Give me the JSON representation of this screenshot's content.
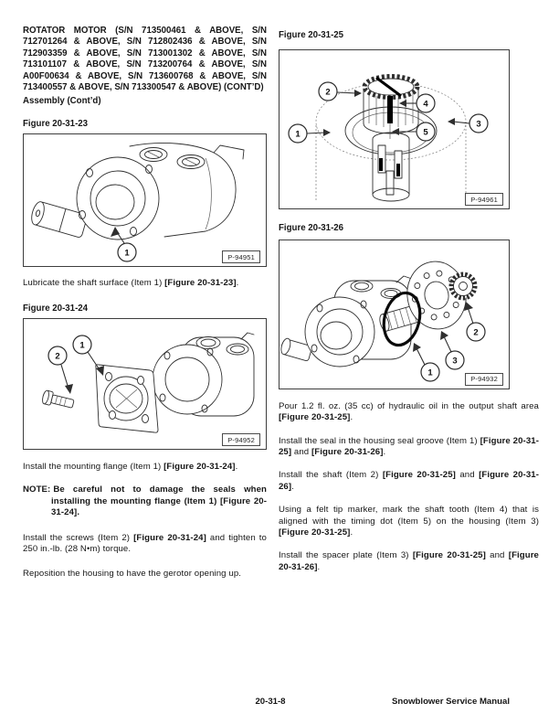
{
  "doc": {
    "title_block": "ROTATOR MOTOR (S/N 713500461 & ABOVE, S/N 712701264 & ABOVE, S/N 712802436 & ABOVE, S/N 712903359 & ABOVE, S/N 713001302 & ABOVE, S/N 713101107 & ABOVE, S/N 713200764 & ABOVE, S/N A00F00634 & ABOVE, S/N 713600768 & ABOVE, S/N 713400557 & ABOVE, S/N 713300547 & ABOVE) (CONT’D)",
    "section_heading": "Assembly (Cont’d)",
    "note_label": "NOTE:"
  },
  "figures": {
    "fig23": {
      "title": "Figure 20-31-23",
      "photo_label": "P-94951",
      "callouts": [
        "1"
      ]
    },
    "fig24": {
      "title": "Figure 20-31-24",
      "photo_label": "P-94952",
      "callouts": [
        "1",
        "2"
      ]
    },
    "fig25": {
      "title": "Figure 20-31-25",
      "photo_label": "P-94961",
      "callouts": [
        "1",
        "2",
        "3",
        "4",
        "5"
      ]
    },
    "fig26": {
      "title": "Figure 20-31-26",
      "photo_label": "P-94932",
      "callouts": [
        "1",
        "2",
        "3"
      ]
    }
  },
  "left": {
    "lubricate": [
      {
        "t": "Lubricate the shaft surface (Item 1) "
      },
      {
        "t": "[Figure 20-31-23]",
        "b": true
      },
      {
        "t": "."
      }
    ],
    "install_flange": [
      {
        "t": "Install the mounting flange (Item 1) "
      },
      {
        "t": "[Figure 20-31-24]",
        "b": true
      },
      {
        "t": "."
      }
    ],
    "note_body": [
      {
        "t": "Be careful not to damage the seals when installing the mounting flange (Item 1) [Figure 20-31-24].",
        "b": true
      }
    ],
    "install_screws": [
      {
        "t": "Install the screws (Item 2) "
      },
      {
        "t": "[Figure 20-31-24]",
        "b": true
      },
      {
        "t": " and tighten to 250 in.-lb. (28 N•m) torque."
      }
    ],
    "reposition": [
      {
        "t": "Reposition the housing to have the gerotor opening up."
      }
    ]
  },
  "right": {
    "pour": [
      {
        "t": "Pour 1.2 fl. oz. (35 cc) of hydraulic oil in the output shaft area "
      },
      {
        "t": "[Figure 20-31-25]",
        "b": true
      },
      {
        "t": "."
      }
    ],
    "install_seal": [
      {
        "t": "Install the seal in the housing seal groove (Item 1) "
      },
      {
        "t": "[Figure 20-31-25]",
        "b": true
      },
      {
        "t": " and "
      },
      {
        "t": "[Figure 20-31-26]",
        "b": true
      },
      {
        "t": "."
      }
    ],
    "install_shaft": [
      {
        "t": "Install the shaft (Item 2) "
      },
      {
        "t": "[Figure 20-31-25]",
        "b": true
      },
      {
        "t": " and "
      },
      {
        "t": "[Figure 20-31-26]",
        "b": true
      },
      {
        "t": "."
      }
    ],
    "marker": [
      {
        "t": "Using a felt tip marker, mark the shaft tooth (Item 4) that is aligned with the timing dot (Item 5) on the housing (Item 3) "
      },
      {
        "t": "[Figure 20-31-25]",
        "b": true
      },
      {
        "t": "."
      }
    ],
    "spacer": [
      {
        "t": "Install the spacer plate (Item 3) "
      },
      {
        "t": "[Figure 20-31-25]",
        "b": true
      },
      {
        "t": " and "
      },
      {
        "t": "[Figure 20-31-26]",
        "b": true
      },
      {
        "t": "."
      }
    ]
  },
  "footer": {
    "page_number": "20-31-8",
    "manual_title": "Snowblower Service Manual"
  }
}
